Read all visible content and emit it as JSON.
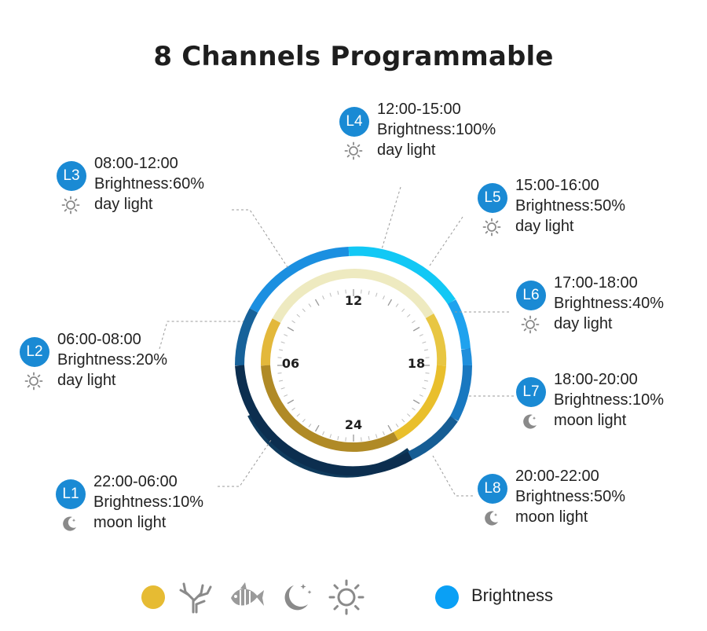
{
  "title": "8 Channels Programmable",
  "clock": {
    "labels": [
      "12",
      "18",
      "24",
      "06"
    ]
  },
  "channels": [
    {
      "id": "L1",
      "time": "22:00-06:00",
      "brightness": "Brightness:10%",
      "mode": "moon light",
      "mode_icon": "moon-icon"
    },
    {
      "id": "L2",
      "time": "06:00-08:00",
      "brightness": "Brightness:20%",
      "mode": "day light",
      "mode_icon": "sun-icon"
    },
    {
      "id": "L3",
      "time": "08:00-12:00",
      "brightness": "Brightness:60%",
      "mode": "day light",
      "mode_icon": "sun-icon"
    },
    {
      "id": "L4",
      "time": "12:00-15:00",
      "brightness": "Brightness:100%",
      "mode": "day light",
      "mode_icon": "sun-icon"
    },
    {
      "id": "L5",
      "time": "15:00-16:00",
      "brightness": "Brightness:50%",
      "mode": "day light",
      "mode_icon": "sun-icon"
    },
    {
      "id": "L6",
      "time": "17:00-18:00",
      "brightness": "Brightness:40%",
      "mode": "day light",
      "mode_icon": "sun-icon"
    },
    {
      "id": "L7",
      "time": "18:00-20:00",
      "brightness": "Brightness:10%",
      "mode": "moon light",
      "mode_icon": "moon-icon"
    },
    {
      "id": "L8",
      "time": "20:00-22:00",
      "brightness": "Brightness:50%",
      "mode": "moon light",
      "mode_icon": "moon-icon"
    }
  ],
  "legend": {
    "icons": [
      "yellow-dot-icon",
      "coral-icon",
      "fish-icon",
      "moon-stars-icon",
      "sun-icon"
    ],
    "brightness_label": "Brightness"
  },
  "colors": {
    "badge": "#1a8ad4",
    "legend_yellow": "#e6bb33",
    "legend_blue": "#0aa0f5",
    "icon_gray": "#8a8a8a"
  }
}
